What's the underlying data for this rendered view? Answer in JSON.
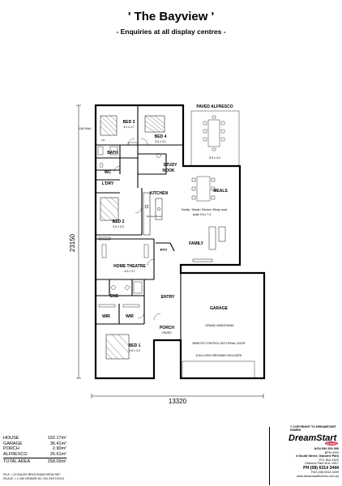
{
  "header": {
    "title": "' The Bayview '",
    "subtitle": "- Enquiries at all display centres -"
  },
  "dimensions": {
    "width": "13320",
    "depth": "23150"
  },
  "rooms": {
    "paved_alfresco": "PAVED ALFRESCO",
    "alfresco_size": "5.5 x 4.0",
    "bed3": "BED 3",
    "bed3_size": "3.0 x 2.7",
    "bed4": "BED 4",
    "bed4_size": "3.0 x 3.1",
    "bath": "BATH",
    "wc": "WC",
    "study": "STUDY",
    "nook": "NOOK",
    "ldry": "L'DRY",
    "kitchen": "KITCHEN",
    "meals": "MEALS",
    "bed2": "BED 2",
    "bed2_size": "3.0 x 3.3",
    "family_note_1": "Family / Meals / Kitchen /Study nook",
    "family_note_2": "scale 9.8 x 7.4",
    "family": "FAMILY",
    "pty": "PTY",
    "home_theatre": "HOME THEATRE",
    "home_theatre_size": "4.0 x 3.7",
    "ens": "ENS",
    "entry": "ENTRY",
    "garage": "GARAGE",
    "grand_hardstand": "GRAND HARDSTAND",
    "wir1": "WIR",
    "wir2": "WIR",
    "porch": "PORCH",
    "porch_paved": "PAVED",
    "bed1": "BED 1",
    "bed1_size": "4.6 x 4.3",
    "remote_door": "REMOTE CONTROL SECTIONAL DOOR",
    "driveway": "6.0m LONG DRIVEWAY INCLUDED",
    "gas_hwu": "GAS\nHWU",
    "ln": "L/N",
    "flumed_rhood": "Flumed\nrhood"
  },
  "areas": {
    "house_label": "HOUSE",
    "house_value": "192.17m²",
    "garage_label": "GARAGE",
    "garage_value": "36.41m²",
    "porch_label": "PORCH",
    "porch_value": "2.90m²",
    "alfresco_label": "ALFRESCO",
    "alfresco_value": "26.61m²",
    "total_label": "TOTAL AREA",
    "total_value": "258.09m²"
  },
  "file_info": {
    "line1": "FILE = G:\\SALES BROCH\\BAYVIEW.SKF",
    "line2": "SCALE = 1:100    DRAWN  DC          ON  23/07/2014"
  },
  "branding": {
    "copyright": "© COPYRIGHT TO DREAMSTART HOMES",
    "logo_text": "DreamStart",
    "logo_sub": "HOMES",
    "acn": "ACN 000 200 300",
    "bpn": "BPN 0000",
    "address1": "4 Gould Street, Osborne Park",
    "po_box": "P.O. Box 1522",
    "address2": "Osborne Park W.A. 6917",
    "phone": "PH (08) 6314 3444",
    "fax": "FAX (08) 6314 3499",
    "website": "www.dreamstarthomes.com.au"
  },
  "colors": {
    "brand_red": "#c8102e",
    "line": "#000000"
  }
}
